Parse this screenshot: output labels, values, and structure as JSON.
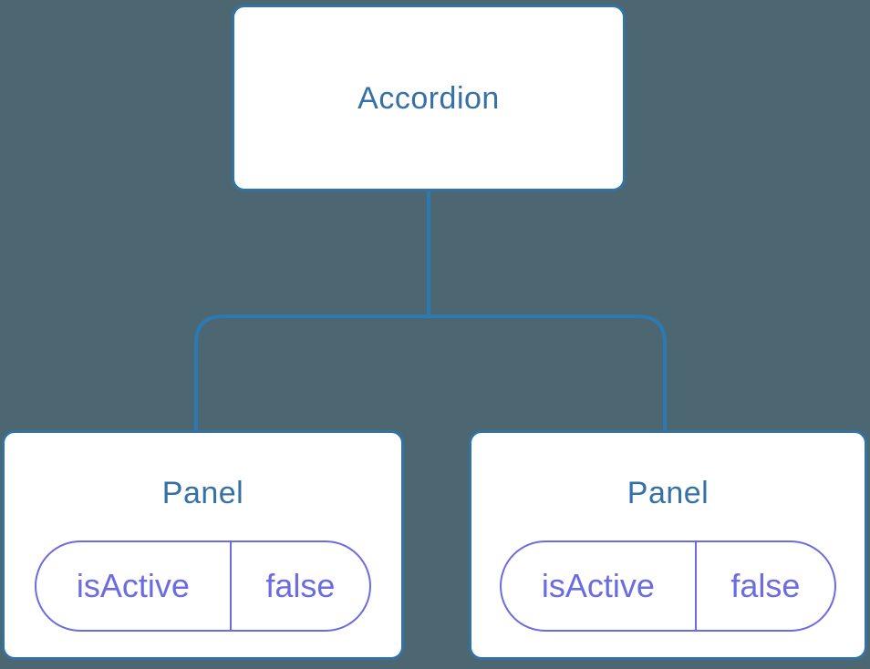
{
  "diagram": {
    "type": "component-tree",
    "root": {
      "label": "Accordion"
    },
    "children": [
      {
        "label": "Panel",
        "state": {
          "name": "isActive",
          "value": "false"
        }
      },
      {
        "label": "Panel",
        "state": {
          "name": "isActive",
          "value": "false"
        }
      }
    ]
  },
  "colors": {
    "background": "#4D6772",
    "box_fill": "#FFFFFF",
    "box_border": "#3273A3",
    "node_label": "#3571A5",
    "connector": "#2B7AB1",
    "state_accent": "#6B6BE2"
  }
}
